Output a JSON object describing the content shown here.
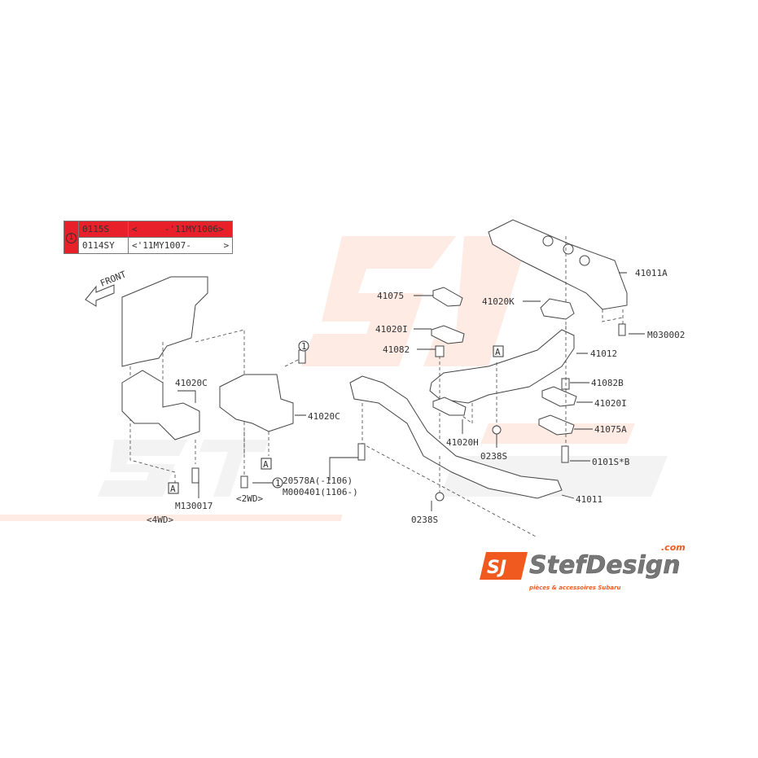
{
  "legend": {
    "marker": "1",
    "rows": [
      {
        "part": "0115S",
        "range": "<     -'11MY1006>",
        "highlighted": true
      },
      {
        "part": "0114SY",
        "range": "<'11MY1007-      >",
        "highlighted": false
      }
    ],
    "highlight_color": "#e8202a"
  },
  "front_label": "FRONT",
  "labels": {
    "p41075": "41075",
    "p41020K": "41020K",
    "p41011A": "41011A",
    "pM030002": "M030002",
    "p41020I_left": "41020I",
    "p41082": "41082",
    "p41012": "41012",
    "p41082B": "41082B",
    "p41020I_right": "41020I",
    "p41075A": "41075A",
    "p0101SB": "0101S*B",
    "p41020H": "41020H",
    "p0238S_a": "0238S",
    "p41011": "41011",
    "p0238S_b": "0238S",
    "p20578A": "20578A(-1106)",
    "pM000401": "M000401(1106-)",
    "p41020C_left": "41020C",
    "p41020C_right": "41020C",
    "pM130017": "M130017",
    "variant_4wd": "<4WD>",
    "variant_2wd": "<2WD>",
    "ref_A": "A",
    "ref_1": "1"
  },
  "logo": {
    "mark": "SJ",
    "name": "StefDesign",
    "domain": ".com",
    "tagline": "pièces & accessoires Subaru",
    "brand_color": "#f05a1e"
  }
}
